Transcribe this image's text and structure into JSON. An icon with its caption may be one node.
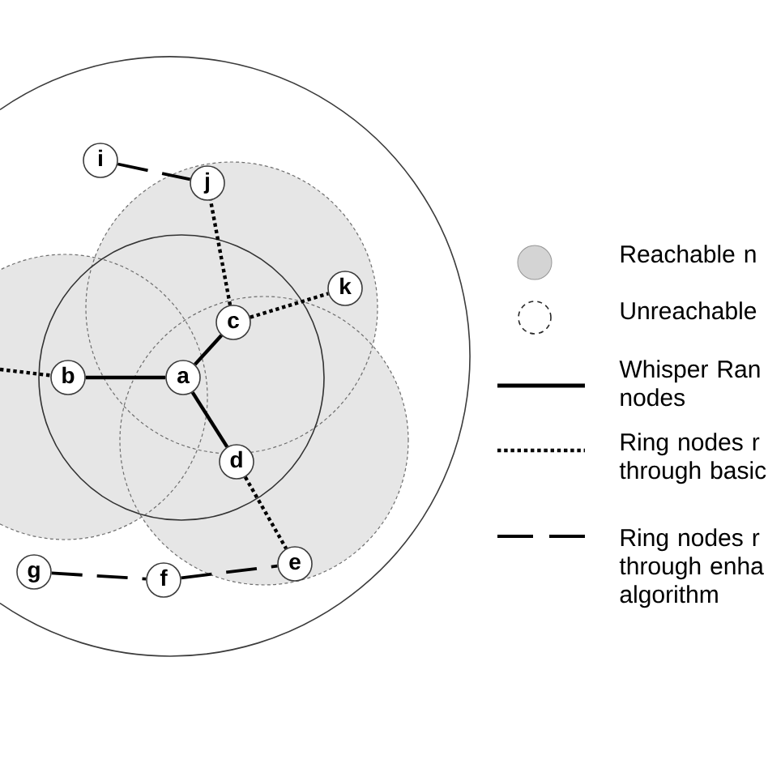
{
  "diagram": {
    "nodes": [
      {
        "text": [
          "i"
        ]
      },
      {
        "text": [
          "j"
        ]
      },
      {
        "text": [
          "k"
        ]
      },
      {
        "text": [
          "c"
        ]
      },
      {
        "text": [
          "b"
        ]
      },
      {
        "text": [
          "a"
        ]
      },
      {
        "text": [
          "d"
        ]
      },
      {
        "text": [
          "g"
        ]
      },
      {
        "text": [
          "f"
        ]
      },
      {
        "text": [
          "e"
        ]
      }
    ],
    "edges": [
      {
        "from": 5,
        "to": 4,
        "arrow": "none"
      },
      {
        "from": 5,
        "to": 3,
        "arrow": "none"
      },
      {
        "from": 5,
        "to": 6,
        "arrow": "none"
      },
      {
        "from": 3,
        "to": 1,
        "arrow": "none",
        "style": "dashed"
      },
      {
        "from": 3,
        "to": 2,
        "arrow": "none",
        "style": "dashed"
      },
      {
        "from": 6,
        "to": 9,
        "arrow": "none",
        "style": "dashed"
      },
      {
        "from": null,
        "to": 4,
        "arrow": "none",
        "style": "dashed"
      },
      {
        "from": 0,
        "to": 1,
        "arrow": "none",
        "style": "dashed"
      },
      {
        "from": 7,
        "to": 8,
        "arrow": "none",
        "style": "dashed"
      },
      {
        "from": 8,
        "to": 9,
        "arrow": "none",
        "style": "dashed"
      }
    ],
    "legend": [
      {
        "text": "Reachable n",
        "color": "#d4d4d4"
      },
      {
        "text": "Unreachable"
      },
      {
        "text": "Whisper Ran nodes"
      },
      {
        "text": "Ring nodes r through basic"
      },
      {
        "text": "Ring nodes r through enha algorithm"
      }
    ]
  }
}
